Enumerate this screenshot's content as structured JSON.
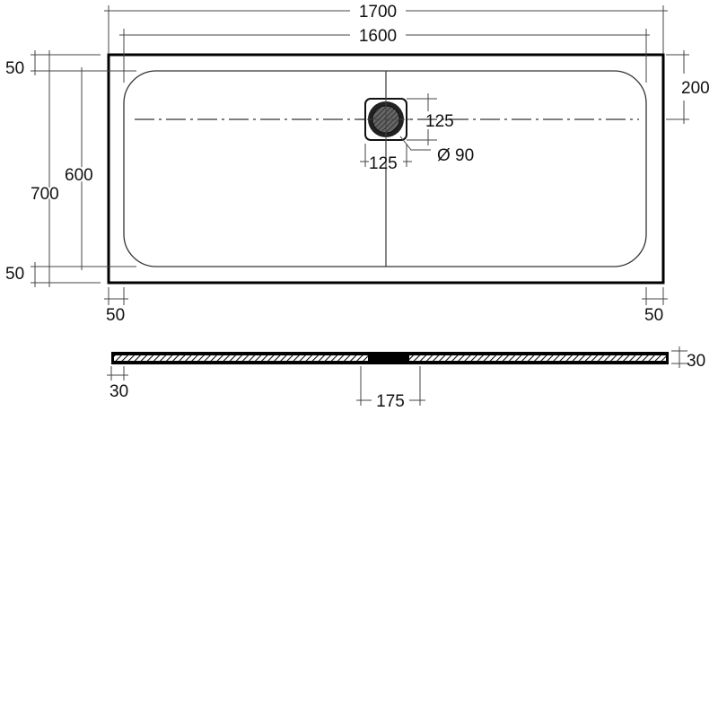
{
  "drawing": {
    "subject": "Rectangular shower tray technical drawing",
    "units": "mm",
    "plan_view": {
      "overall_length": "1700",
      "inner_length": "1600",
      "overall_width": "700",
      "inner_width": "600",
      "rim_top": "50",
      "rim_bottom": "50",
      "rim_left": "50",
      "rim_right": "50",
      "drain_offset_from_edge": "200",
      "drain_square_width": "125",
      "drain_square_height": "125",
      "drain_diameter": "Ø 90"
    },
    "section_view": {
      "thickness_left": "30",
      "thickness_right": "30",
      "drain_opening_width": "175"
    }
  },
  "colors": {
    "outline": "#000000",
    "dimension_lines": "#444444",
    "background": "#ffffff"
  }
}
